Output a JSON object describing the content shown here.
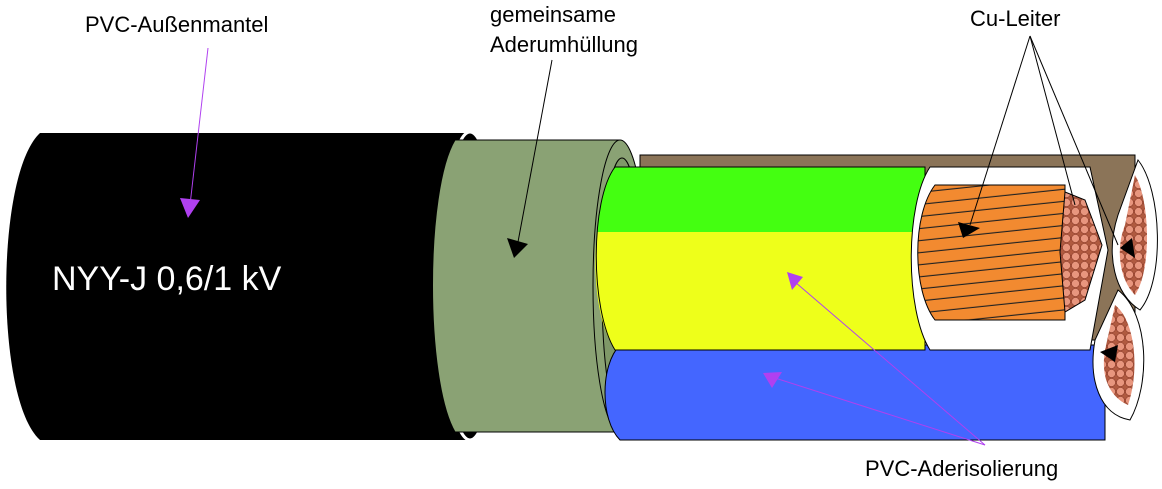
{
  "labels": {
    "outer_jacket": "PVC-Außenmantel",
    "common_sheath_line1": "gemeinsame",
    "common_sheath_line2": "Aderumhüllung",
    "conductor": "Cu-Leiter",
    "core_insulation": "PVC-Aderisolierung"
  },
  "cable_marking": "NYY-J  0,6/1 kV",
  "colors": {
    "outer_jacket": "#000000",
    "common_sheath": "#8aa274",
    "filler": "#8b7458",
    "core_green": "#44ff11",
    "core_yellow": "#eeff1a",
    "core_blue": "#4466ff",
    "copper": "#f28a30",
    "copper_strand": "#e0907a",
    "pointer_magenta": "#b040f0"
  }
}
